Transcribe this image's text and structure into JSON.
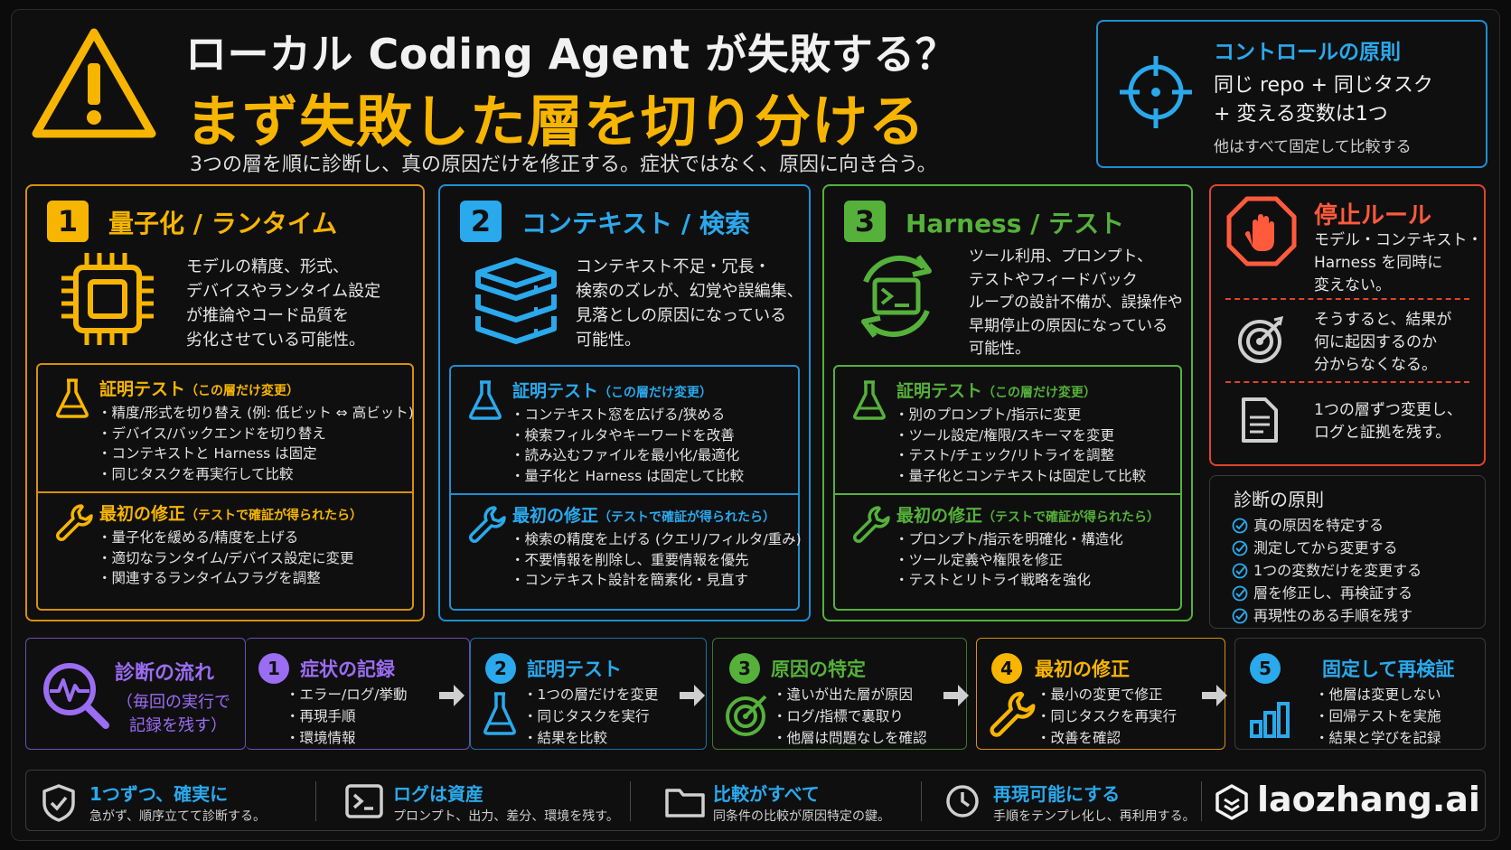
{
  "header": {
    "title_line1": "ローカル Coding Agent が失敗する？",
    "title_line2": "まず失敗した層を切り分ける",
    "subtitle": "3つの層を順に診断し、真の原因だけを修正する。症状ではなく、原因に向き合う。"
  },
  "control": {
    "title": "コントロールの原則",
    "line1": "同じ repo + 同じタスク",
    "line2": "+ 変える変数は1つ",
    "line3": "他はすべて固定して比較する"
  },
  "layers": [
    {
      "num": "1",
      "title": "量子化 / ランタイム",
      "desc": [
        "モデルの精度、形式、",
        "デバイスやランタイム設定",
        "が推論やコード品質を",
        "劣化させている可能性。"
      ],
      "test_title": "証明テスト",
      "test_note": "（この層だけ変更）",
      "test_items": [
        "精度/形式を切り替え (例: 低ビット ⇔ 高ビット)",
        "デバイス/バックエンドを切り替え",
        "コンテキストと Harness は固定",
        "同じタスクを再実行して比較"
      ],
      "fix_title": "最初の修正",
      "fix_note": "（テストで確証が得られたら）",
      "fix_items": [
        "量子化を緩める/精度を上げる",
        "適切なランタイム/デバイス設定に変更",
        "関連するランタイムフラグを調整"
      ]
    },
    {
      "num": "2",
      "title": "コンテキスト / 検索",
      "desc": [
        "コンテキスト不足・冗長・",
        "検索のズレが、幻覚や誤編集、",
        "見落としの原因になっている",
        "可能性。"
      ],
      "test_title": "証明テスト",
      "test_note": "（この層だけ変更）",
      "test_items": [
        "コンテキスト窓を広げる/狭める",
        "検索フィルタやキーワードを改善",
        "読み込むファイルを最小化/最適化",
        "量子化と Harness は固定して比較"
      ],
      "fix_title": "最初の修正",
      "fix_note": "（テストで確証が得られたら）",
      "fix_items": [
        "検索の精度を上げる (クエリ/フィルタ/重み)",
        "不要情報を削除し、重要情報を優先",
        "コンテキスト設計を簡素化・見直す"
      ]
    },
    {
      "num": "3",
      "title": "Harness / テスト",
      "desc": [
        "ツール利用、プロンプト、",
        "テストやフィードバック",
        "ループの設計不備が、誤操作や",
        "早期停止の原因になっている",
        "可能性。"
      ],
      "test_title": "証明テスト",
      "test_note": "（この層だけ変更）",
      "test_items": [
        "別のプロンプト/指示に変更",
        "ツール設定/権限/スキーマを変更",
        "テスト/チェック/リトライを調整",
        "量子化とコンテキストは固定して比較"
      ],
      "fix_title": "最初の修正",
      "fix_note": "（テストで確証が得られたら）",
      "fix_items": [
        "プロンプト/指示を明確化・構造化",
        "ツール定義や権限を修正",
        "テストとリトライ戦略を強化"
      ]
    }
  ],
  "stop": {
    "title": "停止ルール",
    "p1": [
      "モデル・コンテキスト・",
      "Harness を同時に",
      "変えない。"
    ],
    "p2": [
      "そうすると、結果が",
      "何に起因するのか",
      "分からなくなる。"
    ],
    "p3": [
      "1つの層ずつ変更し、",
      "ログと証拠を残す。"
    ]
  },
  "diagnosis": {
    "title": "診断の原則",
    "items": [
      "真の原因を特定する",
      "測定してから変更する",
      "1つの変数だけを変更する",
      "層を修正し、再検証する",
      "再現性のある手順を残す"
    ]
  },
  "flow": {
    "title": "診断の流れ",
    "note1": "（毎回の実行で",
    "note2": "記録を残す）",
    "steps": [
      {
        "num": "1",
        "title": "症状の記録",
        "items": [
          "エラー/ログ/挙動",
          "再現手順",
          "環境情報"
        ]
      },
      {
        "num": "2",
        "title": "証明テスト",
        "items": [
          "1つの層だけを変更",
          "同じタスクを実行",
          "結果を比較"
        ]
      },
      {
        "num": "3",
        "title": "原因の特定",
        "items": [
          "違いが出た層が原因",
          "ログ/指標で裏取り",
          "他層は問題なしを確認"
        ]
      },
      {
        "num": "4",
        "title": "最初の修正",
        "items": [
          "最小の変更で修正",
          "同じタスクを再実行",
          "改善を確認"
        ]
      },
      {
        "num": "5",
        "title": "固定して再検証",
        "items": [
          "他層は変更しない",
          "回帰テストを実施",
          "結果と学びを記録"
        ]
      }
    ]
  },
  "footer": {
    "items": [
      {
        "title": "1つずつ、確実に",
        "sub": "急がず、順序立てて診断する。"
      },
      {
        "title": "ログは資産",
        "sub": "プロンプト、出力、差分、環境を残す。"
      },
      {
        "title": "比較がすべて",
        "sub": "同条件の比較が原因特定の鍵。"
      },
      {
        "title": "再現可能にする",
        "sub": "手順をテンプレ化し、再利用する。"
      }
    ],
    "brand": "laozhang.ai"
  },
  "colors": {
    "amber": "#f7b500",
    "blue": "#2aa9ec",
    "green": "#55b13a",
    "red": "#ff5a3c",
    "purple": "#9b6df2"
  }
}
